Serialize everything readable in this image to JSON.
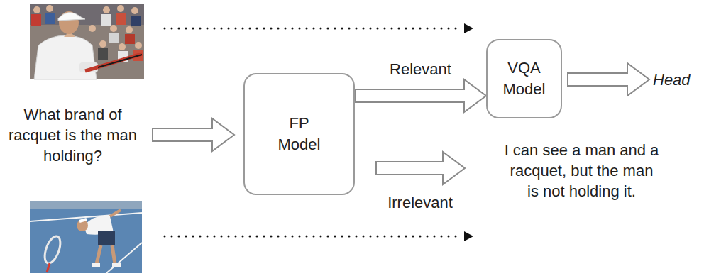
{
  "diagram": {
    "nodes": [
      {
        "text": [
          "FP Model"
        ]
      },
      {
        "text": [
          "VQA Model"
        ]
      }
    ],
    "edges": [
      {
        "from": 0,
        "to": 1,
        "arrow": "to",
        "label": "Relevant"
      }
    ],
    "labels": [
      "What brand of racquet is the man holding?",
      "Irrelevant",
      "I can see a man and a racquet, but the man is not holding it.",
      "Head"
    ]
  }
}
